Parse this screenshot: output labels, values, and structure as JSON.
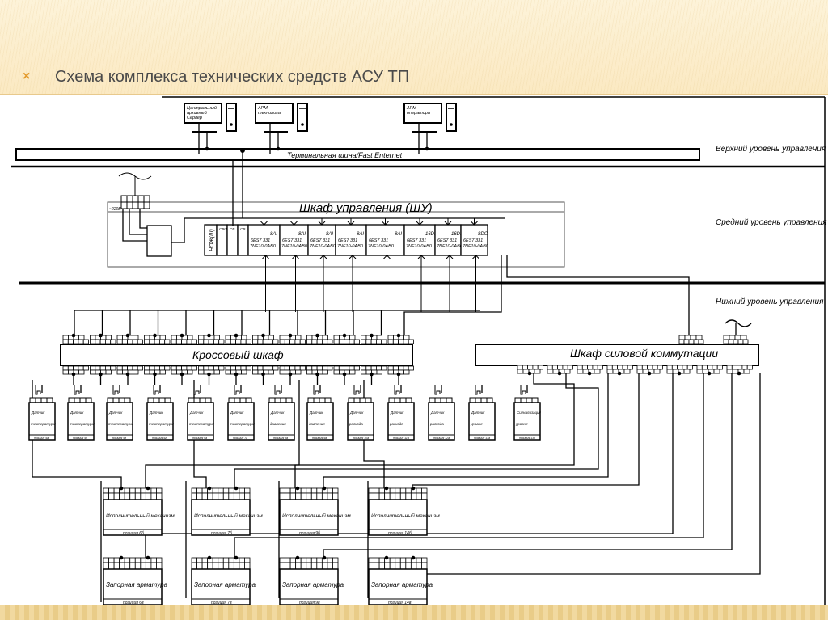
{
  "slide": {
    "bullet_icon": "x-bullet-icon",
    "title": "Схема комплекса технических средств АСУ ТП"
  },
  "levels": {
    "upper": "Верхний уровень управления",
    "middle": "Средний уровень управления",
    "lower": "Нижний уровень управления"
  },
  "workstations": [
    {
      "label_l1": "Центральный",
      "label_l2": "архивный",
      "label_l3": "Сервер"
    },
    {
      "label_l1": "АРМ",
      "label_l2": "технолога",
      "label_l3": ""
    },
    {
      "label_l1": "АРМ",
      "label_l2": "оператора",
      "label_l3": ""
    }
  ],
  "bus": {
    "label": "Терминальная шина/Fast Enternet"
  },
  "control_cabinet": {
    "title": "Шкаф управления (ШУ)",
    "psu_label": "~220В",
    "cpu_modules": [
      "НОЖ(Ш)",
      "CPU",
      "CP",
      "CP"
    ],
    "io_modules": [
      {
        "type": "8AI",
        "code_l1": "6ES7 331",
        "code_l2": "7NF10-0AB0"
      },
      {
        "type": "8AI",
        "code_l1": "6ES7 331",
        "code_l2": "7NF10-0AB0"
      },
      {
        "type": "8AI",
        "code_l1": "6ES7 331",
        "code_l2": "7NF10-0AB0"
      },
      {
        "type": "8AI",
        "code_l1": "6ES7 331",
        "code_l2": "7NF10-0AB0"
      },
      {
        "type": "8AI",
        "code_l1": "6ES7 331",
        "code_l2": "7NF10-0AB0"
      },
      {
        "type": "16DI",
        "code_l1": "6ES7 331",
        "code_l2": "7NF10-0AB0"
      },
      {
        "type": "16DI",
        "code_l1": "6ES7 331",
        "code_l2": "7NF10-0AB0"
      },
      {
        "type": "8DO",
        "code_l1": "6ES7 331",
        "code_l2": "7NF10-0AB0"
      }
    ]
  },
  "cross_cabinet": {
    "title": "Кроссовый шкаф"
  },
  "power_cabinet": {
    "title": "Шкаф силовой коммутации"
  },
  "sensors": [
    {
      "l1": "Датчик",
      "l2": "температуры",
      "pos": "позиция 5а"
    },
    {
      "l1": "Датчик",
      "l2": "температуры",
      "pos": "позиция 5б"
    },
    {
      "l1": "Датчик",
      "l2": "температуры",
      "pos": "позиция 5в"
    },
    {
      "l1": "Датчик",
      "l2": "температуры",
      "pos": "позиция 5г"
    },
    {
      "l1": "Датчик",
      "l2": "температуры",
      "pos": "позиция 6а"
    },
    {
      "l1": "Датчик",
      "l2": "температуры",
      "pos": "позиция 7а"
    },
    {
      "l1": "Датчик",
      "l2": "давления",
      "pos": "позиция 8а"
    },
    {
      "l1": "Датчик",
      "l2": "давления",
      "pos": "позиция 9а"
    },
    {
      "l1": "Датчик",
      "l2": "расхода",
      "pos": "позиция 10а"
    },
    {
      "l1": "Датчик",
      "l2": "расхода",
      "pos": "позиция 11а"
    },
    {
      "l1": "Датчик",
      "l2": "расхода",
      "pos": "позиция 12а"
    },
    {
      "l1": "Датчик",
      "l2": "уровня",
      "pos": "позиция 13а"
    },
    {
      "l1": "Сигнализация",
      "l2": "уровня",
      "pos": "позиция 13б"
    }
  ],
  "actuators": [
    {
      "label": "Исполнительный механизм",
      "pos": "позиция 6б"
    },
    {
      "label": "Исполнительный механизм",
      "pos": "позиция 7б"
    },
    {
      "label": "Исполнительный механизм",
      "pos": "позиция 9б"
    },
    {
      "label": "Исполнительный механизм",
      "pos": "позиция 14б"
    }
  ],
  "valves": [
    {
      "label": "Запорная арматура",
      "pos": "позиция 6в"
    },
    {
      "label": "Запорная арматура",
      "pos": "позиция 7в"
    },
    {
      "label": "Запорная арматура",
      "pos": "позиция 9в"
    },
    {
      "label": "Запорная арматура",
      "pos": "позиция 14в"
    }
  ]
}
